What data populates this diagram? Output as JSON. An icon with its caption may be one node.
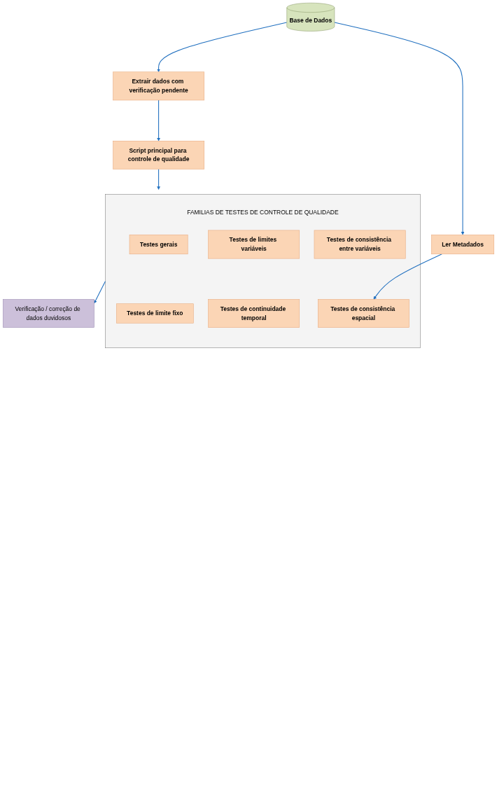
{
  "diagram": {
    "nodes": [
      {
        "text": [
          "Base de Dados"
        ]
      },
      {
        "text": [
          "Extrair dados com verificação pendente"
        ]
      },
      {
        "text": [
          "Ler Metadados"
        ]
      },
      {
        "text": [
          "Script principal para controle de qualidade"
        ]
      },
      {
        "text": [
          "FAMILIAS DE TESTES DE CONTROLE DE QUALIDADE"
        ]
      },
      {
        "text": [
          "Testes gerais"
        ],
        "in": 4
      },
      {
        "text": [
          "Testes de limites variáveis"
        ],
        "in": 4
      },
      {
        "text": [
          "Testes de consistência entre variáveis"
        ],
        "in": 4
      },
      {
        "text": [
          "Testes de limite fixo"
        ],
        "in": 4
      },
      {
        "text": [
          "Testes de continuidade temporal"
        ],
        "in": 4
      },
      {
        "text": [
          "Testes de consistência espacial"
        ],
        "in": 4
      },
      {
        "text": [
          "Verificação / correção de dados duvidosos"
        ]
      }
    ],
    "edges": [
      {
        "from": 0,
        "to": 1,
        "arrow": "to"
      },
      {
        "from": 0,
        "to": 2,
        "arrow": "to"
      },
      {
        "from": 1,
        "to": 3,
        "arrow": "to"
      },
      {
        "from": 3,
        "to": 4,
        "arrow": "to"
      },
      {
        "from": 2,
        "to": 10,
        "arrow": "to"
      },
      {
        "from": 4,
        "to": 11,
        "arrow": "to"
      }
    ]
  }
}
